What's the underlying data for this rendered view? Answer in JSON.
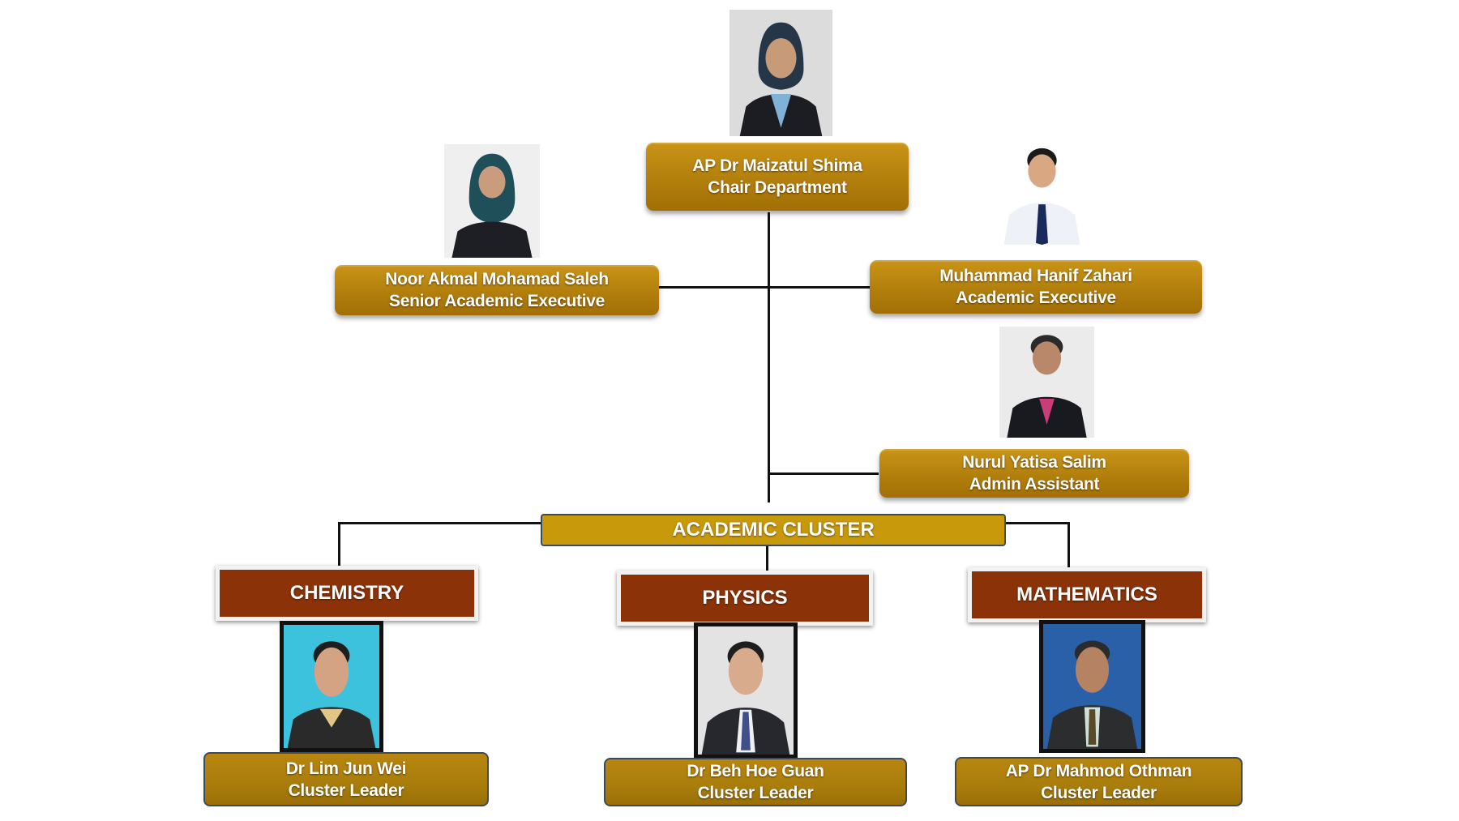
{
  "chair": {
    "name": "AP Dr Maizatul Shima",
    "role": "Chair Department"
  },
  "staff": [
    {
      "name": "Noor Akmal Mohamad Saleh",
      "role": "Senior Academic Executive"
    },
    {
      "name": "Muhammad Hanif Zahari",
      "role": "Academic Executive"
    },
    {
      "name": "Nurul Yatisa Salim",
      "role": "Admin Assistant"
    }
  ],
  "cluster": {
    "label": "ACADEMIC CLUSTER"
  },
  "departments": [
    {
      "label": "CHEMISTRY",
      "leader_name": "Dr Lim Jun Wei",
      "leader_role": "Cluster Leader"
    },
    {
      "label": "PHYSICS",
      "leader_name": "Dr Beh Hoe Guan",
      "leader_role": "Cluster Leader"
    },
    {
      "label": "MATHEMATICS",
      "leader_name": "AP Dr Mahmod Othman",
      "leader_role": "Cluster Leader"
    }
  ],
  "colors": {
    "gold": "#b27f0d",
    "cluster_bar": "#c8990a",
    "department": "#8b3208",
    "connector": "#111111"
  }
}
